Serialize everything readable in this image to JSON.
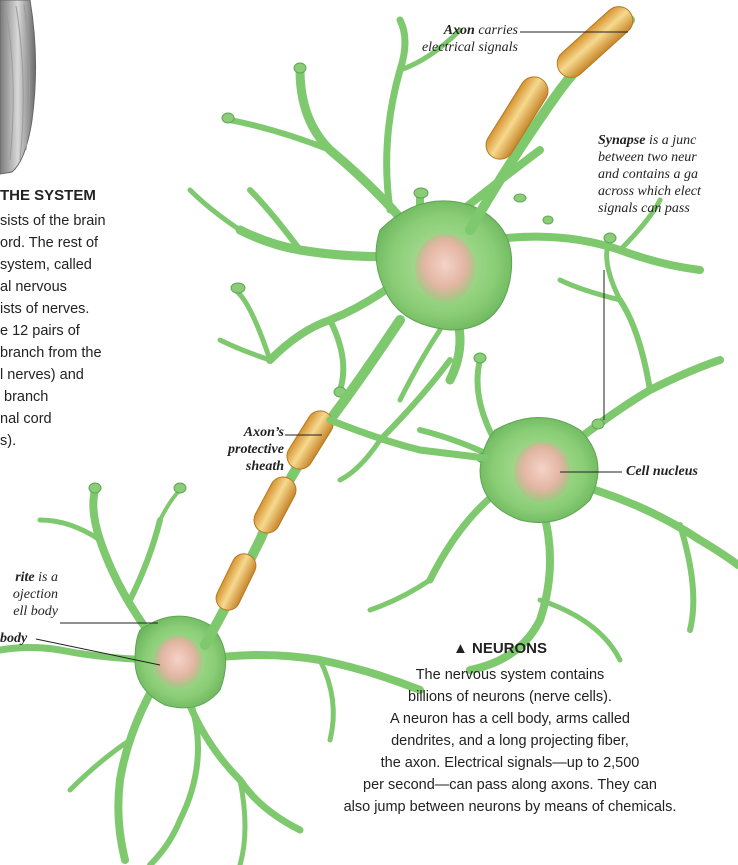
{
  "system_section": {
    "heading": "THE SYSTEM",
    "body": "sists of the brain\nord. The rest of\nsystem, called\nal nervous\nists of nerves.\ne 12 pairs of\nbranch from the\nl nerves) and\n branch\nnal cord\ns)."
  },
  "labels": {
    "axon_carries": {
      "term": "Axon",
      "rest": "carries",
      "line2": "electrical signals"
    },
    "synapse": {
      "term": "Synapse",
      "rest": "is a junc",
      "line2": "between two neur",
      "line3": "and contains a ga",
      "line4": "across which elect",
      "line5": "signals can pass"
    },
    "sheath": {
      "line1": "Axon’s",
      "line2": "protective",
      "line3": "sheath"
    },
    "nucleus": "Cell nucleus",
    "dendrite": {
      "term": "rite",
      "rest": "is a",
      "line2": "ojection",
      "line3": "ell body"
    },
    "cell_body": "body"
  },
  "neurons_section": {
    "heading": "▲ NEURONS",
    "body": "The nervous system contains\nbillions of neurons (nerve cells).\nA neuron has a cell body, arms called\ndendrites, and a long projecting fiber,\nthe axon. Electrical signals—up to 2,500\nper second—can pass along axons. They can\nalso jump between neurons by means of chemicals."
  },
  "colors": {
    "neuron_green": "#7ec86e",
    "neuron_dark": "#4f9a48",
    "nucleus_pink": "#e2b7a6",
    "axon_sheath": "#e6b252",
    "leader_line": "#222222"
  }
}
